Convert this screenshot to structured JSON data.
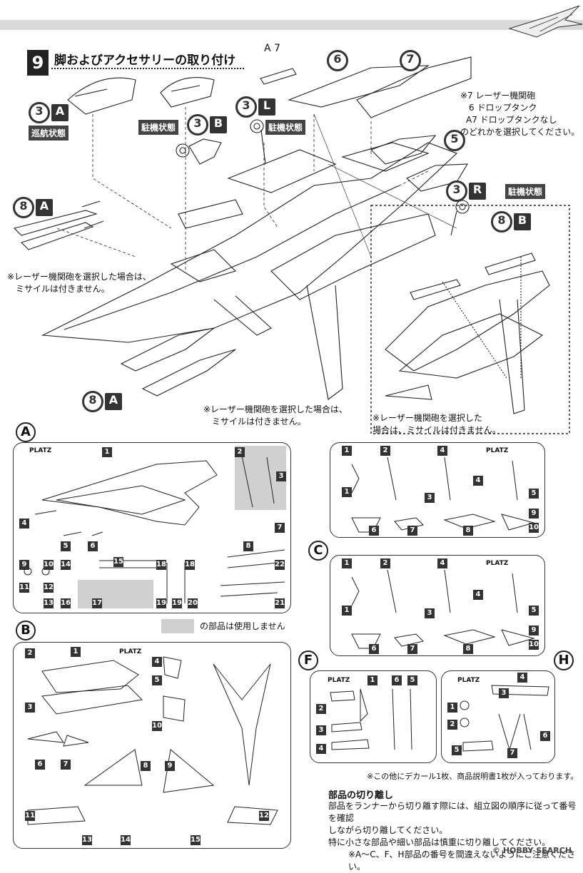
{
  "step": {
    "number": "9",
    "title": "脚およびアクセサリーの取り付け"
  },
  "parts_labels": {
    "a7": "A 7",
    "p6": "6",
    "p7": "7",
    "p5": "5",
    "g3a": "3",
    "g3a_letter": "A",
    "g3b": "3",
    "g3b_letter": "B",
    "g3l": "3",
    "g3l_letter": "L",
    "g3r": "3",
    "g3r_letter": "R",
    "g8a_top": "8",
    "g8a_top_letter": "A",
    "g8a_bottom": "8",
    "g8a_bottom_letter": "A",
    "g8b": "8",
    "g8b_letter": "B"
  },
  "state_labels": {
    "cruise": "巡航状態",
    "parked_b": "駐機状態",
    "parked_l": "駐機状態",
    "parked_r": "駐機状態"
  },
  "notes": {
    "choice_line1": "※7 レーザー機関砲",
    "choice_line2": "6 ドロップタンク",
    "choice_line3": "A7 ドロップタンクなし",
    "choice_line4": "のどれかを選択してください。",
    "missile_left_1": "※レーザー機関砲を選択した場合は、",
    "missile_left_2": "ミサイルは付きません。",
    "missile_center_1": "※レーザー機関砲を選択した場合は、",
    "missile_center_2": "ミサイルは付きません。",
    "missile_right_1": "※レーザー機関砲を選択した",
    "missile_right_2": "場合は、ミサイルは付きません。"
  },
  "sheets": {
    "A": "A",
    "B": "B",
    "C": "C",
    "F": "F",
    "H": "H",
    "logo": "PLATZ",
    "unused_note": "の部品は使用しません",
    "extra_note": "※この他にデカール1枚、商品説明書1枚が入っております。"
  },
  "runner_numbers": {
    "A": [
      "1",
      "2",
      "3",
      "4",
      "5",
      "6",
      "7",
      "8",
      "9",
      "10",
      "11",
      "12",
      "13",
      "14",
      "15",
      "16",
      "17",
      "18",
      "18",
      "19",
      "19",
      "20",
      "21",
      "22"
    ],
    "B": [
      "1",
      "2",
      "3",
      "4",
      "5",
      "6",
      "7",
      "8",
      "9",
      "10",
      "11",
      "12",
      "13",
      "14",
      "15"
    ],
    "C_top": [
      "1",
      "1",
      "2",
      "3",
      "4",
      "4",
      "5",
      "6",
      "7",
      "8",
      "9",
      "10"
    ],
    "C": [
      "1",
      "1",
      "2",
      "3",
      "4",
      "4",
      "5",
      "6",
      "7",
      "8",
      "9",
      "10"
    ],
    "F": [
      "1",
      "2",
      "3",
      "4",
      "5",
      "6"
    ],
    "H": [
      "1",
      "2",
      "3",
      "4",
      "5",
      "6",
      "7"
    ]
  },
  "footer": {
    "title": "部品の切り離し",
    "line1": "部品をランナーから切り離す際には、組立図の順序に従って番号を確認",
    "line2": "しながら切り離してください。",
    "line3": "特に小さな部品や細い部品は慎重に切り離してください。",
    "line4": "※A～C、F、H部品の番号を間違えないようにご注意ください。",
    "watermark": "© HOBBY SEARCH"
  }
}
